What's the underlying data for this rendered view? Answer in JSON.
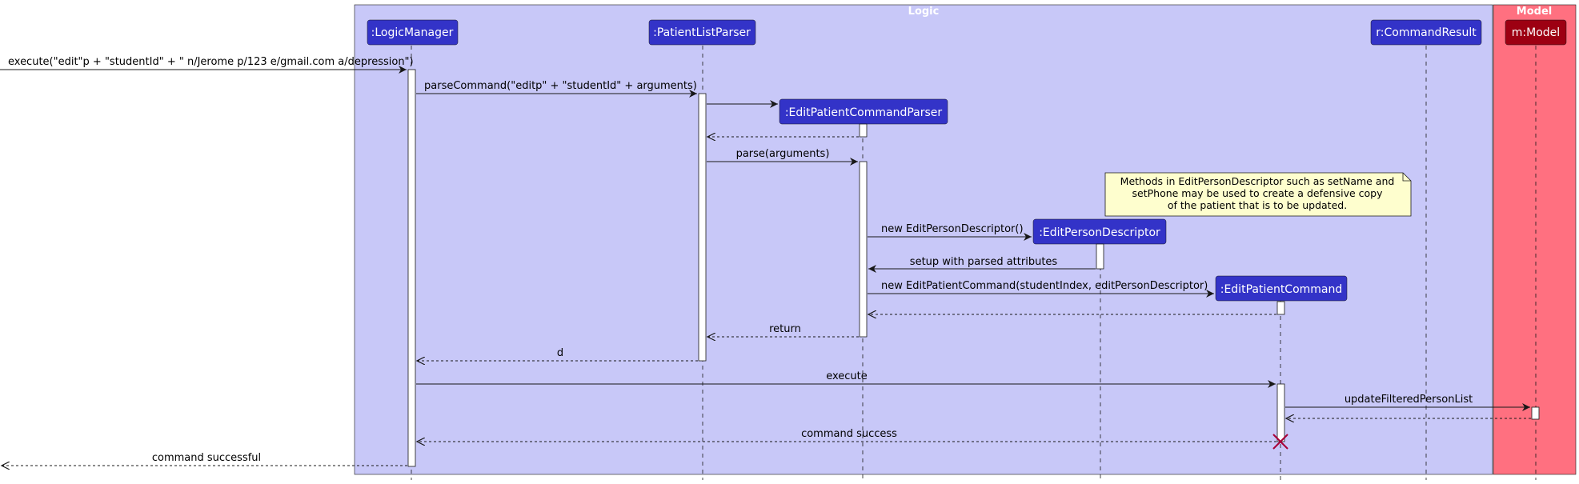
{
  "boxes": {
    "logic": {
      "title": "Logic",
      "fill": "#C8C8F8",
      "title_color": "#FFFFFF"
    },
    "model": {
      "title": "Model",
      "fill": "#FF7080",
      "title_color": "#FFFFFF"
    }
  },
  "participants": [
    {
      "id": "logicmanager",
      "label": ":LogicManager",
      "fill": "#3333C8"
    },
    {
      "id": "patientlistparser",
      "label": ":PatientListParser",
      "fill": "#3333C8"
    },
    {
      "id": "editpatientcommandparser",
      "label": ":EditPatientCommandParser",
      "fill": "#3333C8"
    },
    {
      "id": "editpersondescriptor",
      "label": ":EditPersonDescriptor",
      "fill": "#3333C8"
    },
    {
      "id": "editpatientcommand",
      "label": ":EditPatientCommand",
      "fill": "#3333C8"
    },
    {
      "id": "commandresult",
      "label": "r:CommandResult",
      "fill": "#3333C8"
    },
    {
      "id": "model",
      "label": "m:Model",
      "fill": "#9D0012"
    }
  ],
  "messages": [
    {
      "id": "msg-execute-input",
      "text": "execute(\"edit\"p + \"studentId\" + \" n/Jerome p/123 e/gmail.com a/depression\")",
      "style": "solid"
    },
    {
      "id": "msg-parse-command",
      "text": "parseCommand(\"editp\" + \"studentId\" + arguments)",
      "style": "solid"
    },
    {
      "id": "msg-create-parser",
      "text": "",
      "style": "solid"
    },
    {
      "id": "msg-parser-return",
      "text": "",
      "style": "dashed"
    },
    {
      "id": "msg-parse-arguments",
      "text": "parse(arguments)",
      "style": "solid"
    },
    {
      "id": "msg-new-descriptor",
      "text": "new EditPersonDescriptor()",
      "style": "solid"
    },
    {
      "id": "msg-setup-attributes",
      "text": "setup with parsed attributes",
      "style": "solid"
    },
    {
      "id": "msg-new-command",
      "text": "new EditPatientCommand(studentIndex, editPersonDescriptor)",
      "style": "solid"
    },
    {
      "id": "msg-command-return",
      "text": "",
      "style": "dashed"
    },
    {
      "id": "msg-return",
      "text": "return",
      "style": "dashed"
    },
    {
      "id": "msg-d",
      "text": "d",
      "style": "dashed"
    },
    {
      "id": "msg-execute",
      "text": "execute",
      "style": "solid"
    },
    {
      "id": "msg-update-filtered",
      "text": "updateFilteredPersonList",
      "style": "solid"
    },
    {
      "id": "msg-model-return",
      "text": "",
      "style": "dashed"
    },
    {
      "id": "msg-command-success",
      "text": "command success",
      "style": "dashed"
    },
    {
      "id": "msg-command-successful",
      "text": "command successful",
      "style": "dashed"
    }
  ],
  "note": {
    "lines": [
      "Methods in EditPersonDescriptor such as setName and",
      "setPhone may be used to create a defensive copy",
      "of the patient that is to be updated."
    ],
    "fill": "#FEFECE"
  }
}
